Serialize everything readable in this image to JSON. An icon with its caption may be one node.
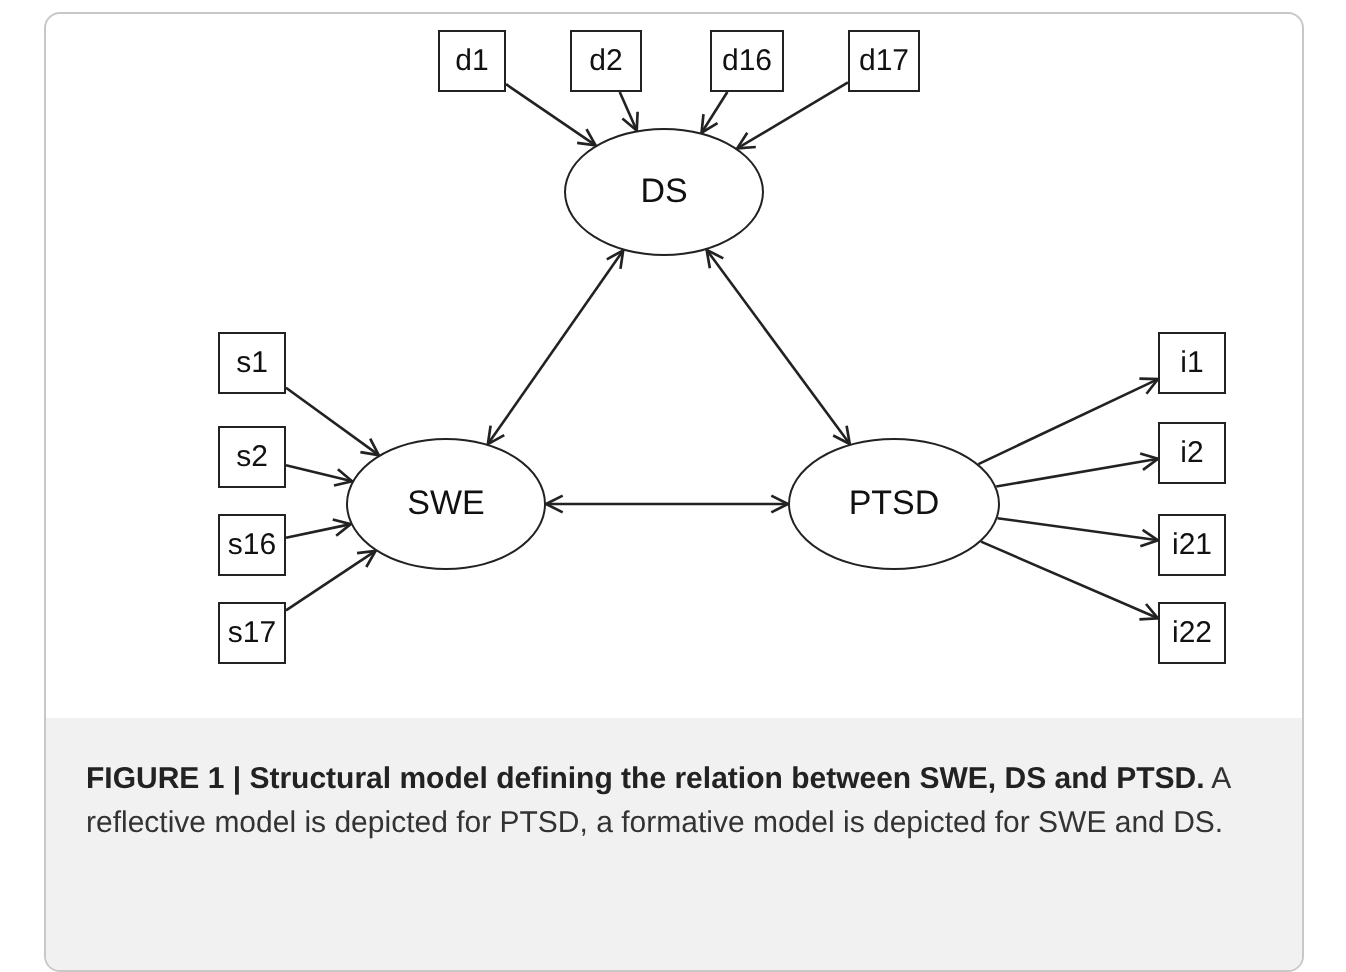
{
  "diagram": {
    "caption": "**FIGURE 1 | Structural model defining the relation between SWE, DS and PTSD.** A reflective model is depicted for PTSD, a formative model is depicted for SWE and DS.",
    "nodes": [
      {
        "text": [
          "d1"
        ]
      },
      {
        "text": [
          "d2"
        ]
      },
      {
        "text": [
          "d16"
        ]
      },
      {
        "text": [
          "d17"
        ]
      },
      {
        "text": [
          "DS"
        ]
      },
      {
        "text": [
          "s1"
        ]
      },
      {
        "text": [
          "s2"
        ]
      },
      {
        "text": [
          "s16"
        ]
      },
      {
        "text": [
          "s17"
        ]
      },
      {
        "text": [
          "SWE"
        ]
      },
      {
        "text": [
          "PTSD"
        ]
      },
      {
        "text": [
          "i1"
        ]
      },
      {
        "text": [
          "i2"
        ]
      },
      {
        "text": [
          "i21"
        ]
      },
      {
        "text": [
          "i22"
        ]
      }
    ],
    "edges": [
      {
        "from": 0,
        "to": 4,
        "arrow": "to"
      },
      {
        "from": 1,
        "to": 4,
        "arrow": "to"
      },
      {
        "from": 2,
        "to": 4,
        "arrow": "to"
      },
      {
        "from": 3,
        "to": 4,
        "arrow": "to"
      },
      {
        "from": 5,
        "to": 9,
        "arrow": "to"
      },
      {
        "from": 6,
        "to": 9,
        "arrow": "to"
      },
      {
        "from": 7,
        "to": 9,
        "arrow": "to"
      },
      {
        "from": 8,
        "to": 9,
        "arrow": "to"
      },
      {
        "from": 9,
        "to": 4,
        "arrow": "both"
      },
      {
        "from": 4,
        "to": 10,
        "arrow": "both"
      },
      {
        "from": 9,
        "to": 10,
        "arrow": "both"
      },
      {
        "from": 10,
        "to": 11,
        "arrow": "to"
      },
      {
        "from": 10,
        "to": 12,
        "arrow": "to"
      },
      {
        "from": 10,
        "to": 13,
        "arrow": "to"
      },
      {
        "from": 10,
        "to": 14,
        "arrow": "to"
      }
    ]
  }
}
